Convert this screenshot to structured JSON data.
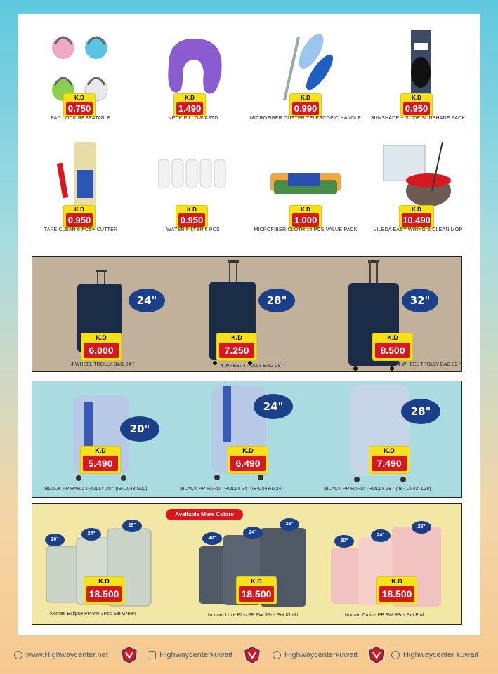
{
  "currency": "K.D",
  "products": [
    {
      "name": "PAD LOCK RESEATABLE",
      "price": "0.750"
    },
    {
      "name": "NECK PILLOW ASTD",
      "price": "1.490"
    },
    {
      "name": "MICROFIBER DUSTER TELESCOPIC HANDLE",
      "price": "0.990"
    },
    {
      "name": "SUNSHADE + SLIDE SUNSHADE PACK",
      "price": "0.950"
    },
    {
      "name": "TAPE CLEAR 6 PCS+ CUTTER",
      "price": "0.950"
    },
    {
      "name": "WATER FILTER 5 PCS",
      "price": "0.950"
    },
    {
      "name": "MICROFIBER CLOTH 10 PCS VALUE PACK",
      "price": "1.000"
    },
    {
      "name": "VILEDA EASY WRING & CLEAN MOP",
      "price": "10.490"
    }
  ],
  "trolly_bags": [
    {
      "size": "24\"",
      "price": "6.000",
      "name": "4 WHEEL TROLLY BAG 24 \""
    },
    {
      "size": "28\"",
      "price": "7.250",
      "name": "4 WHEEL TROLLY BAG 28 \""
    },
    {
      "size": "32\"",
      "price": "8.500",
      "name": "4 WHEEL TROLLY BAG 32 \""
    }
  ],
  "hard_trolly": [
    {
      "size": "20\"",
      "price": "5.490",
      "name": "IBLACK PP HARD TROLLY 20 \" (IB-C043-S20)"
    },
    {
      "size": "24\"",
      "price": "6.490",
      "name": "IBLACK PP  HARD TROLLY 24 \"(IB-C043-M24)"
    },
    {
      "size": "28\"",
      "price": "7.490",
      "name": "IBLACK PP HARD TROLLY 28 \" (IB - C043- L28)"
    }
  ],
  "sets_banner": "Available More Colors",
  "sets": [
    {
      "sizes": [
        "20\"",
        "24\"",
        "28\""
      ],
      "price": "18.500",
      "name": "Nomad Eclipse PP 8W 3Pcs Set Green",
      "color": "#c9d3c6"
    },
    {
      "sizes": [
        "20\"",
        "24\"",
        "28\""
      ],
      "price": "18.500",
      "name": "Nomad Luxe Plus PP 8W 3Pcs Set Khaki",
      "color": "#4f5966"
    },
    {
      "sizes": [
        "20\"",
        "24\"",
        "28\""
      ],
      "price": "18.500",
      "name": "Nomad Cruise PP 8W 3Pcs Set Pink",
      "color": "#f1c3c0"
    }
  ],
  "footer": {
    "website": "www.Highwaycenter.net",
    "instagram": "Highwaycenterkuwait",
    "snapchat": "Highwaycenterkuwait",
    "profile": "Highwaycenter kuwait"
  },
  "colors": {
    "tag_yellow": "#f7e21a",
    "price_red": "#d7191f",
    "badge_blue": "#1c3f8a",
    "panel1": "#c2b19a",
    "panel2": "#a9dbe0",
    "panel3": "#f3e7a6"
  },
  "icons": [
    "globe-icon",
    "instagram-icon",
    "snapchat-icon",
    "user-icon",
    "highway-crest-icon"
  ]
}
